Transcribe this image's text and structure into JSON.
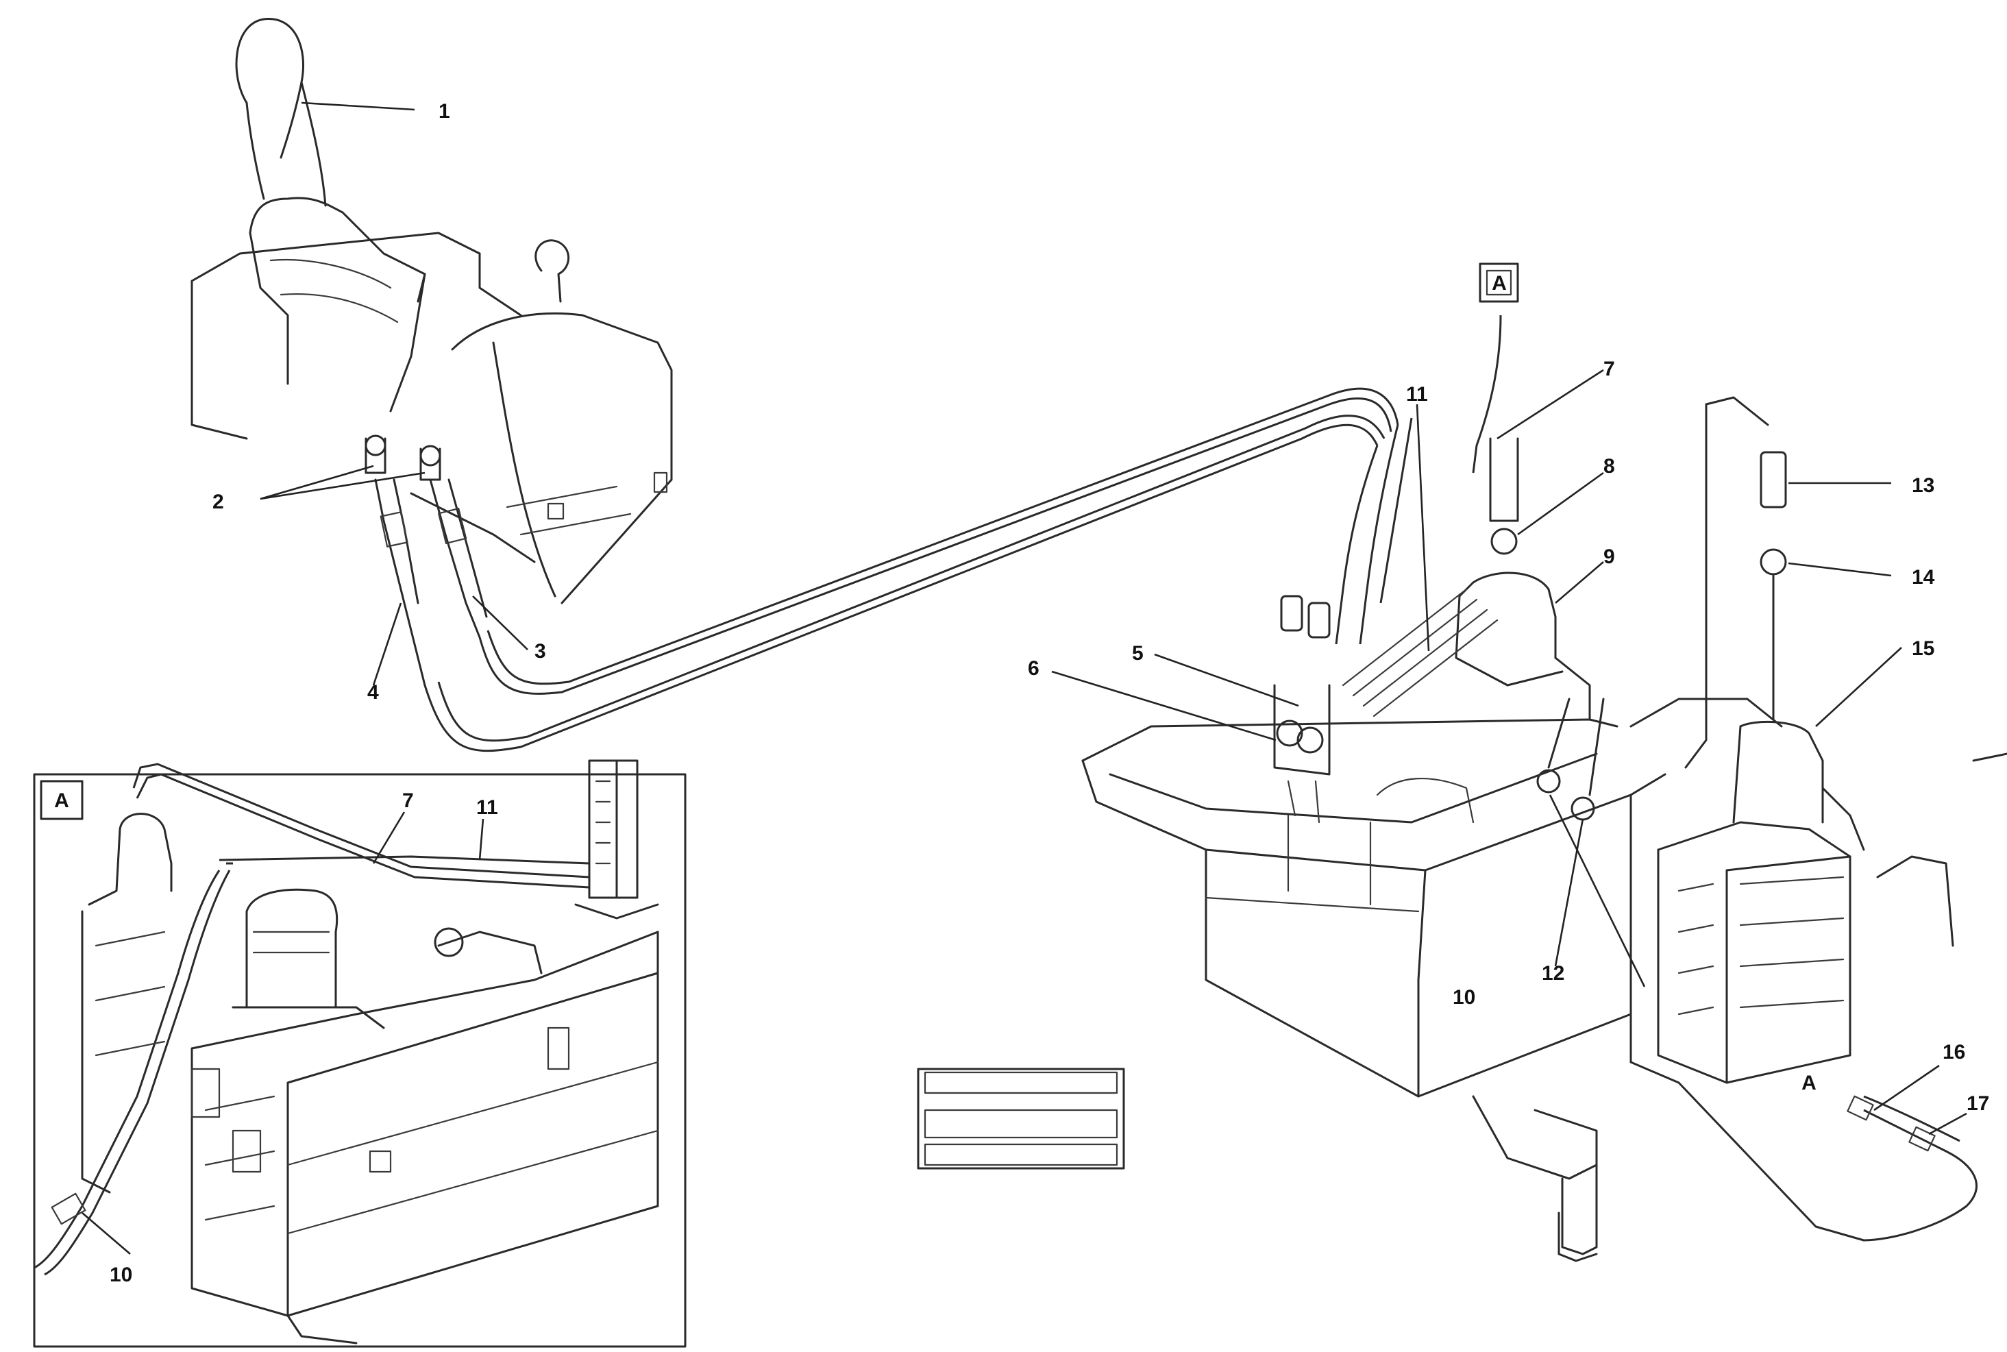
{
  "diagram": {
    "callouts": {
      "c1": "1",
      "c2": "2",
      "c3": "3",
      "c4": "4",
      "c5": "5",
      "c6": "6",
      "c7": "7",
      "c7b": "7",
      "c8": "8",
      "c9": "9",
      "c10": "10",
      "c10b": "10",
      "c11": "11",
      "c11b": "11",
      "c12": "12",
      "c13": "13",
      "c14": "14",
      "c15": "15",
      "c16": "16",
      "c17": "17"
    },
    "detail_labels": {
      "a_box": "A",
      "inset_a": "A",
      "a_small": "A"
    },
    "stamp": {
      "line1": "",
      "line2": "",
      "line3": ""
    }
  }
}
